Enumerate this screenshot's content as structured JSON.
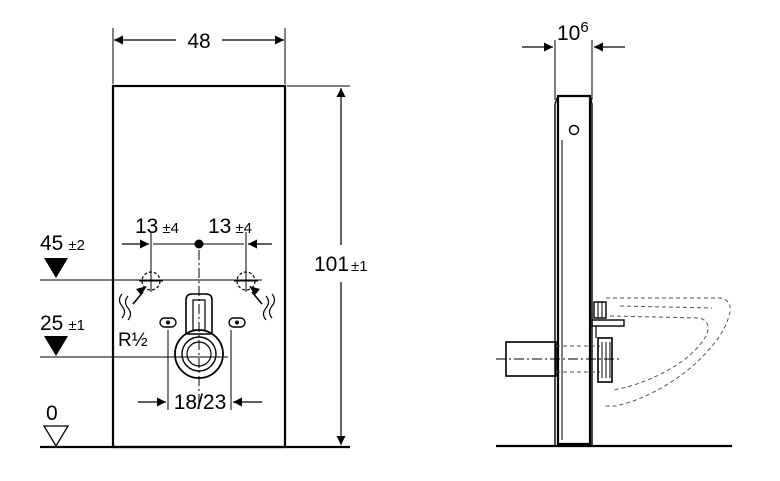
{
  "dimensions": {
    "width_main": "48",
    "width_side": "10",
    "width_side_exp": "6",
    "height_total": "101",
    "height_tol": "±1",
    "offset_left": "13",
    "offset_right": "13",
    "offset_tol": "±4",
    "height_supply": "45",
    "height_supply_tol": "±2",
    "height_drain": "25",
    "height_drain_tol": "±1",
    "thread": "R½",
    "drain_spacing": "18/23",
    "floor_level": "0"
  },
  "colors": {
    "line": "#000000",
    "hidden": "#555555",
    "background": "#ffffff"
  }
}
